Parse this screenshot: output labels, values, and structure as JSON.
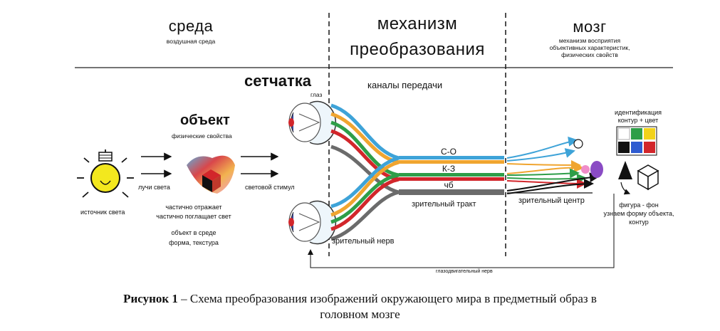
{
  "header": {
    "env_title": "среда",
    "env_subtitle": "воздушная среда",
    "mech_title_line1": "механизм",
    "mech_title_line2": "преобразования",
    "brain_title": "мозг",
    "brain_sub1": "механизм восприятия",
    "brain_sub2": "объективных характеристик,",
    "brain_sub3": "физических свойств"
  },
  "retina": {
    "title": "сетчатка",
    "sub": "глаз"
  },
  "channels": {
    "title": "каналы передачи"
  },
  "object": {
    "title": "объект",
    "sub": "физические свойства"
  },
  "source": {
    "label": "источник света"
  },
  "rays": {
    "label": "лучи света"
  },
  "stimulus": {
    "label": "световой стимул"
  },
  "object_notes": {
    "line1": "частично отражает",
    "line2": "частично поглащает свет",
    "line3": "объект в среде",
    "line4": "форма, текстура"
  },
  "nerve": {
    "optic": "зрительный нерв",
    "oculomotor": "глазодвигательный нерв"
  },
  "tract": {
    "ch1": "С-О",
    "ch2": "К-З",
    "ch3": "чб",
    "label": "зрительный тракт"
  },
  "center": {
    "label": "зрительный центр"
  },
  "identification": {
    "line1": "идентификация",
    "line2": "контур + цвет",
    "palette": [
      "#ffffff",
      "#2e9e48",
      "#f2d21b",
      "#111111",
      "#2f5bd0",
      "#d2262b"
    ]
  },
  "figure_ground": {
    "line1": "фигура - фон",
    "line2": "узнаем форму объекта,",
    "line3": "контур"
  },
  "caption": {
    "bold": "Рисунок 1",
    "text": " – Схема преобразования изображений окружающего мира в предметный образ в",
    "line2": "головном мозге"
  },
  "colors": {
    "blue": "#3ea3d8",
    "orange": "#f0a530",
    "green": "#2e9e48",
    "red": "#d2262b",
    "gray": "#6b6b6b",
    "bulb": "#f3e81e",
    "pink": "#f08cc8",
    "purple": "#8a4bc4"
  }
}
